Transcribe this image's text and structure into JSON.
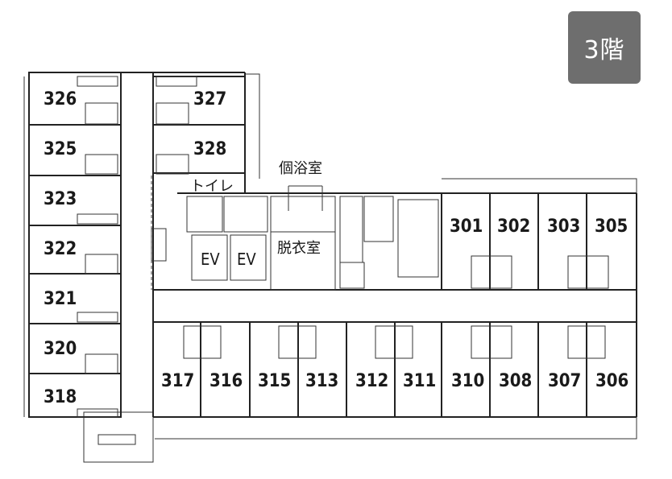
{
  "floor_label": "3階",
  "labels": {
    "bath": "個浴室",
    "toilet": "トイレ",
    "changing": "脱衣室",
    "ev1": "EV",
    "ev2": "EV"
  },
  "rooms": [
    "326",
    "327",
    "325",
    "328",
    "323",
    "322",
    "321",
    "320",
    "318",
    "301",
    "302",
    "303",
    "305",
    "317",
    "316",
    "315",
    "313",
    "312",
    "311",
    "310",
    "308",
    "307",
    "306"
  ]
}
